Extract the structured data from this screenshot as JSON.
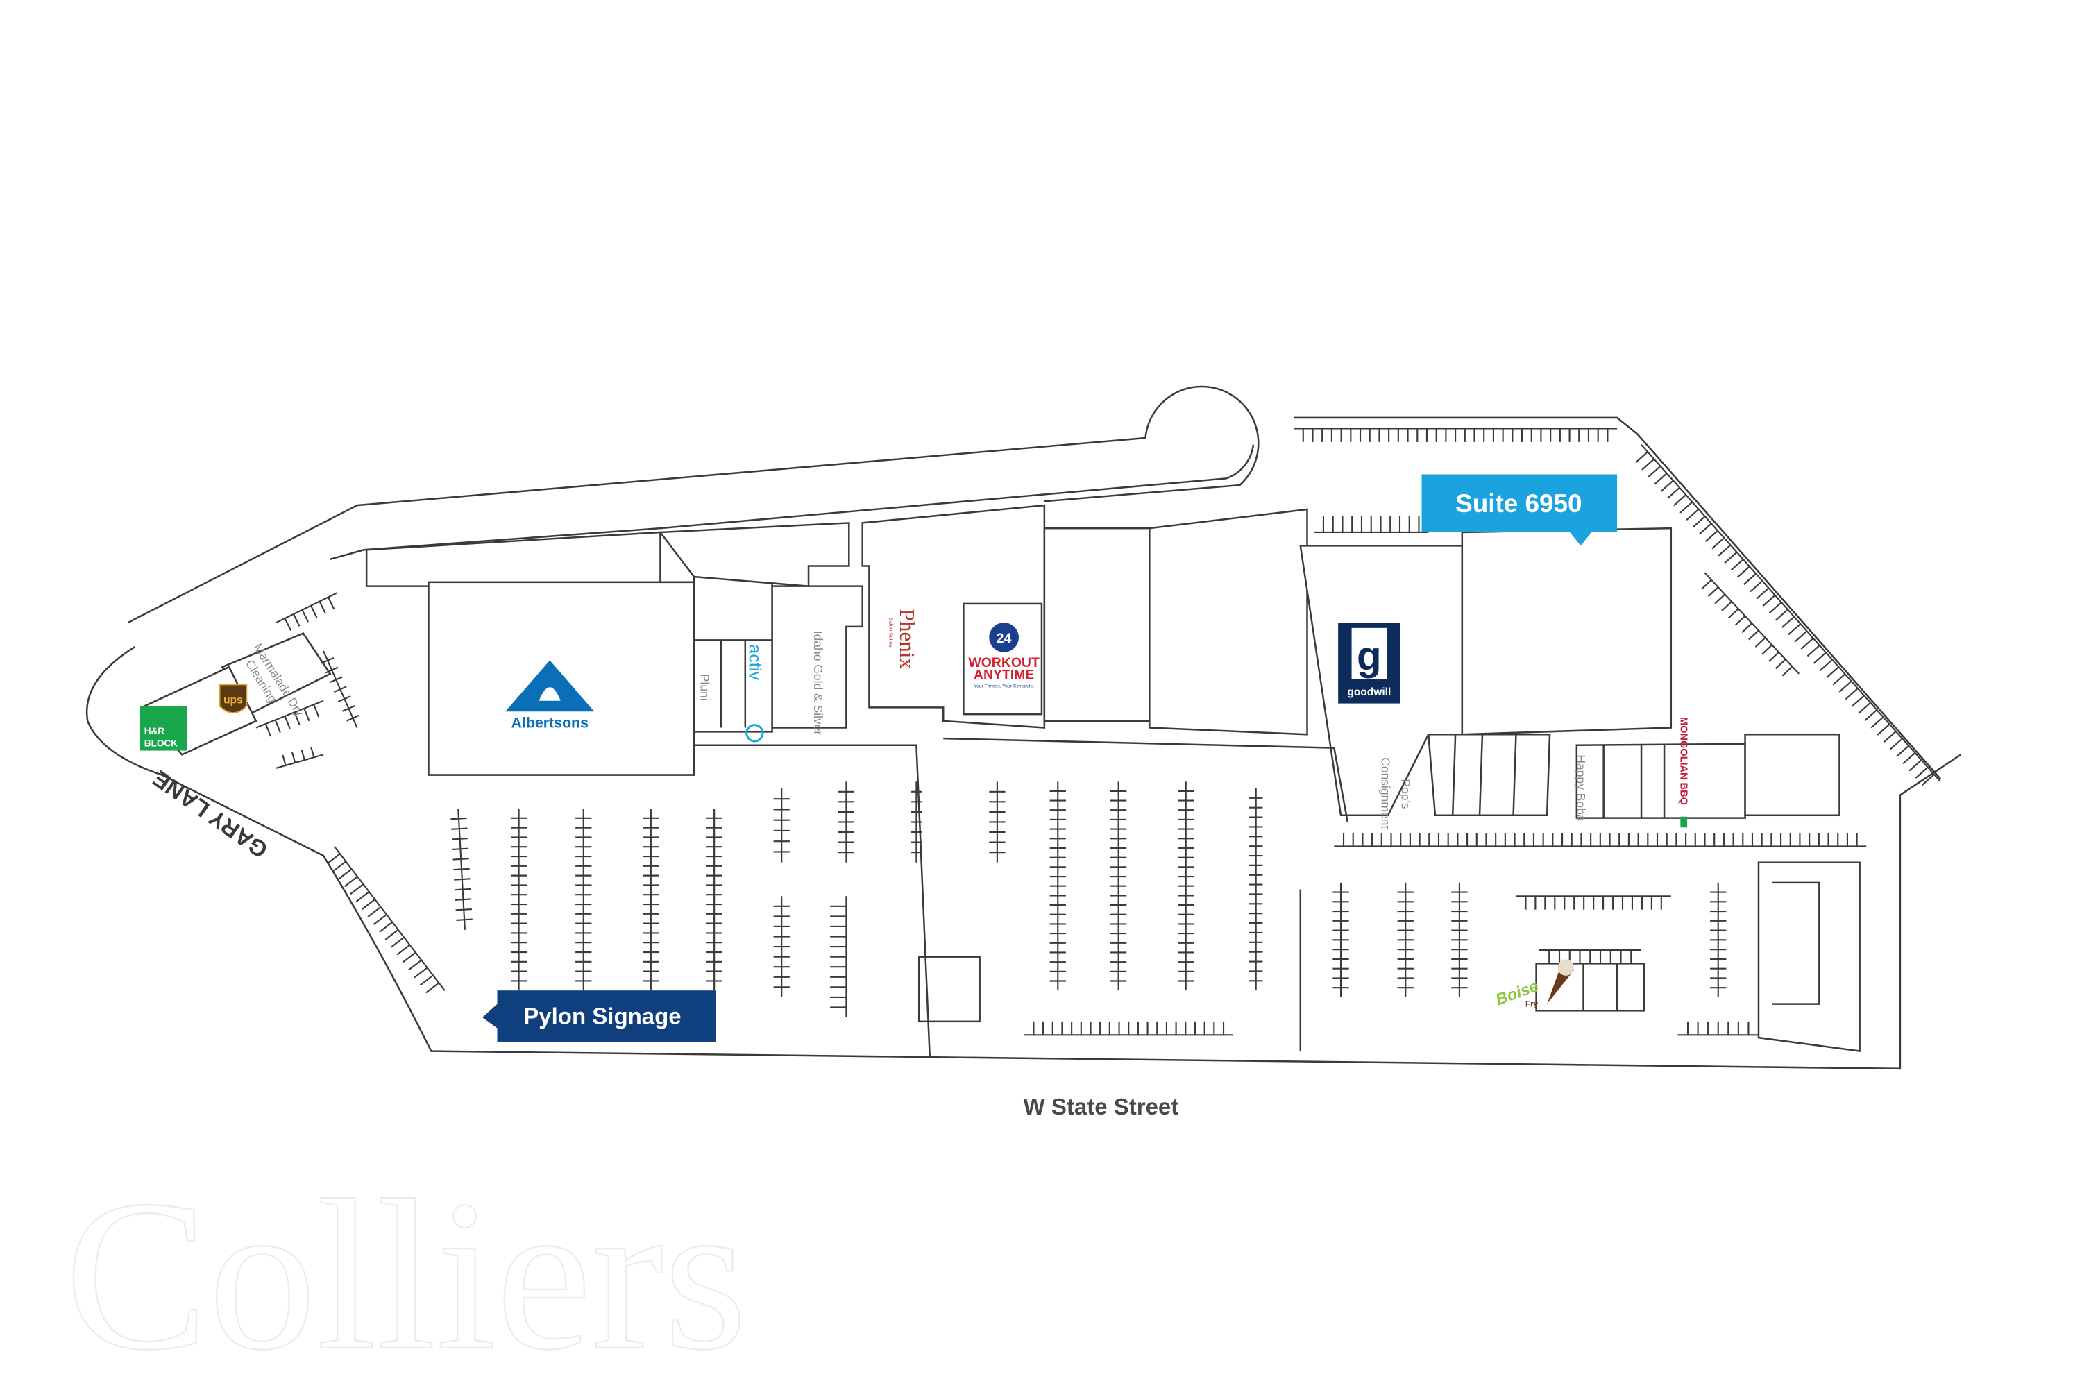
{
  "map": {
    "callouts": {
      "suite": "Suite 6950",
      "pylon": "Pylon Signage"
    },
    "streets": {
      "south": "W State Street",
      "west": "GARY LANE"
    },
    "tenants": {
      "albertsons": "Albertsons",
      "hr_block_line1": "H&R",
      "hr_block_line2": "BLOCK",
      "ups": "ups",
      "dry_cleaning_line1": "Marmalade Dry",
      "dry_cleaning_line2": "Cleaning",
      "pluni": "Pluni",
      "activ": "activ",
      "idaho_gold": "Idaho Gold & Silver",
      "phenix": "Phenix",
      "phenix_sub": "Salon Suites",
      "workout_line1": "WORKOUT",
      "workout_line2": "ANYTIME",
      "workout_tagline": "Your Fitness. Your Schedule.",
      "goodwill": "goodwill",
      "pops_line1": "Pop's",
      "pops_line2": "Consignment",
      "happy_boba": "Happy Boba",
      "mongolian": "MONGOLIAN BBQ",
      "boise_fry_line1": "Boise",
      "boise_fry_line2": "Fry"
    },
    "watermark": "Colliers",
    "colors": {
      "suite_callout": "#1aa3df",
      "suite_highlight": "#b8dcf4",
      "pylon_callout": "#0f3f7c",
      "albertsons": "#0b6fb8",
      "hr_block": "#1aa64a",
      "workout": "#d2202f",
      "goodwill": "#0d2c5c"
    }
  }
}
